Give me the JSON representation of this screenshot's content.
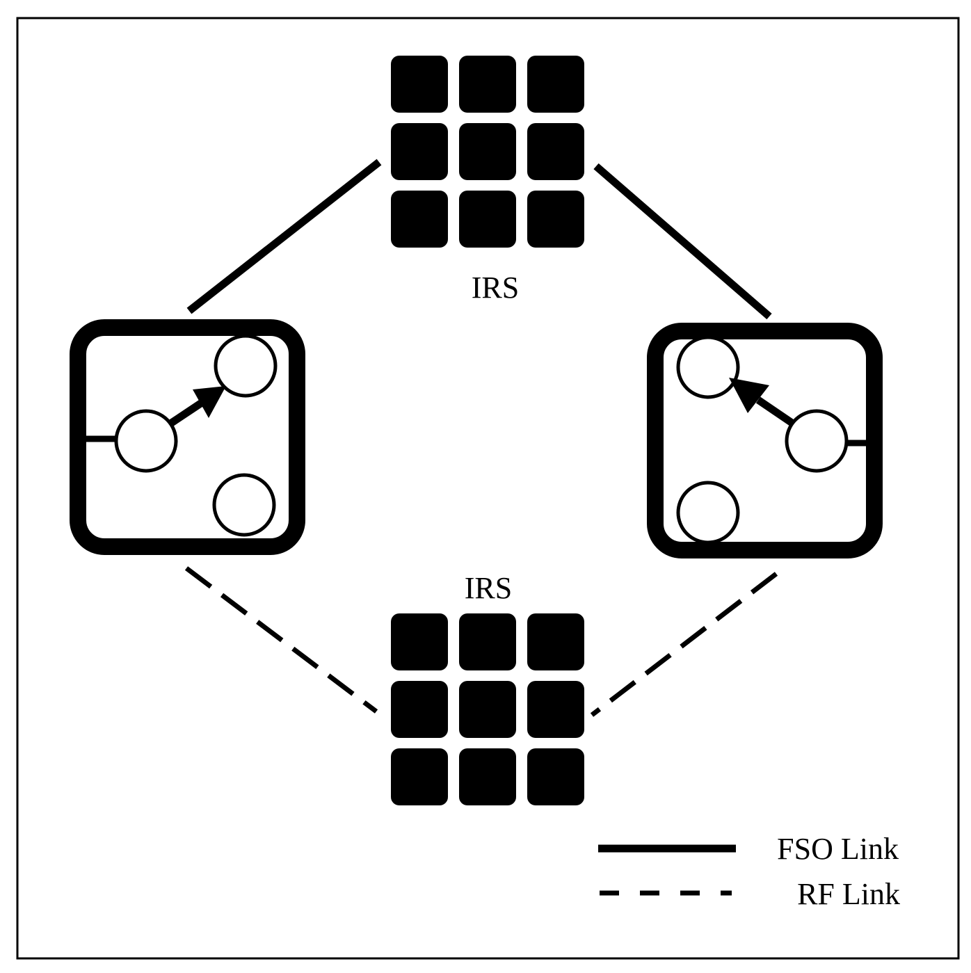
{
  "irs_top": {
    "label": "IRS"
  },
  "irs_bottom": {
    "label": "IRS"
  },
  "legend": {
    "fso_label": "FSO Link",
    "rf_label": "RF Link"
  },
  "colors": {
    "ink": "#000000",
    "paper": "#ffffff"
  }
}
